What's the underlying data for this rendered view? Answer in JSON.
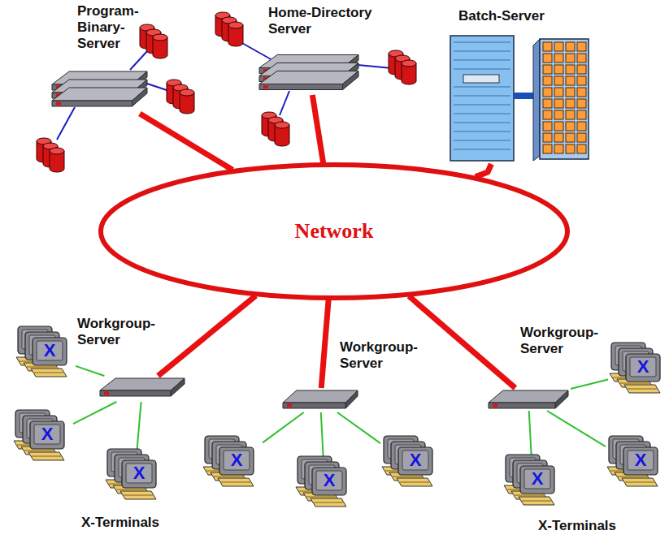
{
  "diagram": {
    "nodes": [
      {
        "text": [
          "Program- Binary- Server"
        ]
      },
      {
        "text": [
          "Home-Directory Server"
        ]
      },
      {
        "text": [
          "Batch-Server"
        ]
      },
      {
        "text": [
          "Network"
        ]
      },
      {
        "text": [
          "Workgroup- Server"
        ]
      },
      {
        "text": [
          "Workgroup- Server"
        ]
      },
      {
        "text": [
          "Workgroup- Server"
        ]
      },
      {
        "text": [
          "X"
        ]
      },
      {
        "text": [
          "X"
        ]
      },
      {
        "text": [
          "X"
        ]
      },
      {
        "text": [
          "X"
        ]
      },
      {
        "text": [
          "X"
        ]
      },
      {
        "text": [
          "X"
        ]
      },
      {
        "text": [
          "X"
        ]
      },
      {
        "text": [
          "X"
        ]
      },
      {
        "text": [
          "X"
        ]
      }
    ],
    "edges": [
      {
        "from": 0,
        "to": 3,
        "arrow": "none"
      },
      {
        "from": 1,
        "to": 3,
        "arrow": "none"
      },
      {
        "from": 2,
        "to": 3,
        "arrow": "none"
      },
      {
        "from": 3,
        "to": 4,
        "arrow": "none"
      },
      {
        "from": 3,
        "to": 5,
        "arrow": "none"
      },
      {
        "from": 3,
        "to": 6,
        "arrow": "none"
      },
      {
        "from": 4,
        "to": 7,
        "arrow": "none"
      },
      {
        "from": 4,
        "to": 8,
        "arrow": "none"
      },
      {
        "from": 4,
        "to": 9,
        "arrow": "none"
      },
      {
        "from": 5,
        "to": 10,
        "arrow": "none"
      },
      {
        "from": 5,
        "to": 11,
        "arrow": "none"
      },
      {
        "from": 5,
        "to": 12,
        "arrow": "none"
      },
      {
        "from": 6,
        "to": 13,
        "arrow": "none"
      },
      {
        "from": 6,
        "to": 14,
        "arrow": "none"
      },
      {
        "from": 6,
        "to": 15,
        "arrow": "none"
      }
    ],
    "labels": [
      "X-Terminals",
      "X-Terminals"
    ]
  }
}
